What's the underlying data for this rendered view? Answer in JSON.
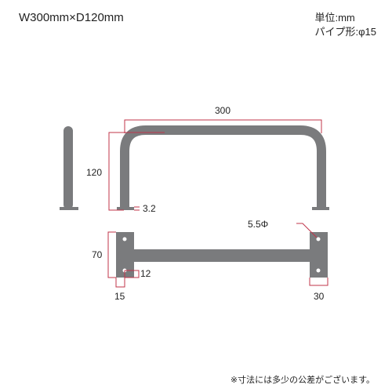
{
  "title": "W300mm×D120mm",
  "units": {
    "unit_line": "単位:mm",
    "pipe_line": "パイプ形:φ15"
  },
  "dimensions": {
    "width": "300",
    "height": "120",
    "plate_thickness": "3.2",
    "hole": "5.5Φ",
    "plate_height": "70",
    "offset_small": "12",
    "offset_left": "15",
    "plate_width": "30"
  },
  "footnote": "※寸法には多少の公差がございます。",
  "colors": {
    "pipe": "#7a7b7d",
    "dimension_line": "#c0344a",
    "text": "#222222"
  }
}
